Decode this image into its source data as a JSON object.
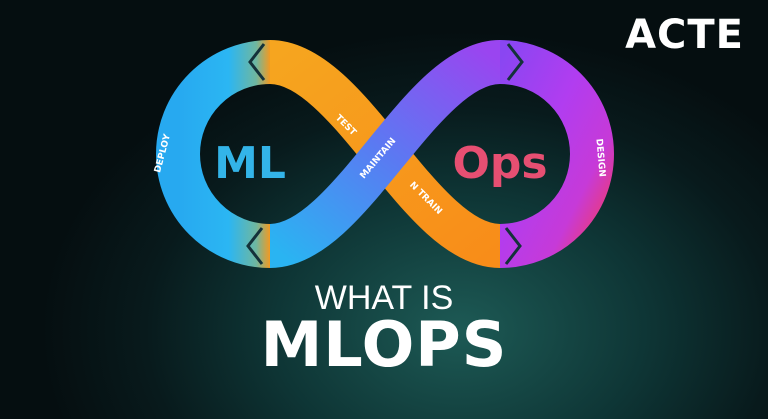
{
  "brand": {
    "name": "ACTE"
  },
  "graphic": {
    "left_text_1": "ML",
    "right_text": "Ops",
    "labels": {
      "deploy": "DEPLOY",
      "test": "TEST",
      "maintain": "MAINTAIN",
      "train": "N TRAIN",
      "design": "DESIGN"
    },
    "colors": {
      "blue": "#2ab0f2",
      "orange": "#f6981f",
      "purple": "#b13df0",
      "magenta": "#e2389d",
      "ml_text": "#33b4e8",
      "ops_text": "#e64f72"
    }
  },
  "headline": {
    "line1": "WHAT IS",
    "line2": "MLOPS"
  }
}
